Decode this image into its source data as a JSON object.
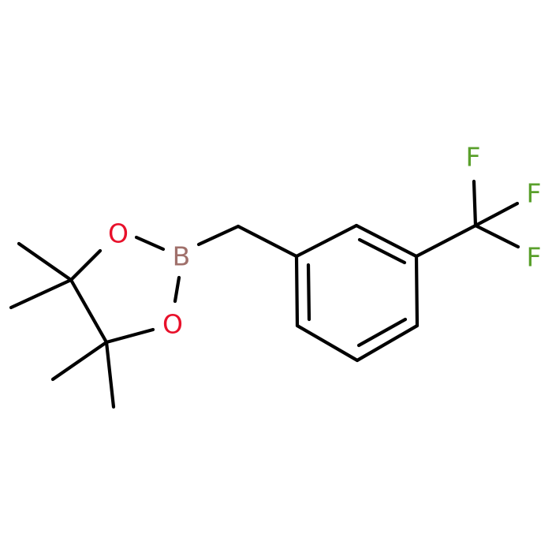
{
  "molecule": {
    "atoms": {
      "B": {
        "symbol": "B",
        "color": "#a0706b"
      },
      "O1": {
        "symbol": "O",
        "color": "#e8112b"
      },
      "O2": {
        "symbol": "O",
        "color": "#e8112b"
      },
      "F1": {
        "symbol": "F",
        "color": "#5aa02c"
      },
      "F2": {
        "symbol": "F",
        "color": "#5aa02c"
      },
      "F3": {
        "symbol": "F",
        "color": "#5aa02c"
      }
    },
    "bond_color": "#000000",
    "background": "#ffffff"
  }
}
